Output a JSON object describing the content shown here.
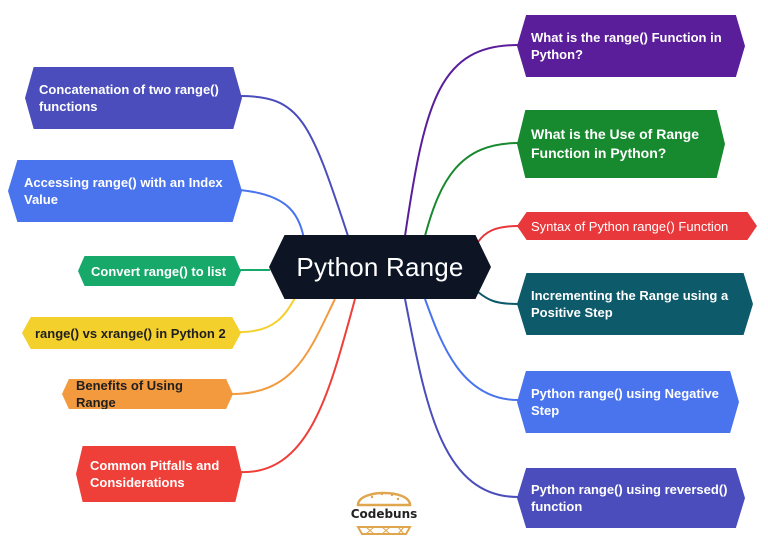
{
  "diagram": {
    "center": {
      "label": "Python Range",
      "color": "#0d1424"
    },
    "left_nodes": [
      {
        "id": "concat",
        "label": "Concatenation of two range() functions",
        "color": "#4a4dbb"
      },
      {
        "id": "index",
        "label": "Accessing range() with an Index Value",
        "color": "#4a74ee"
      },
      {
        "id": "list",
        "label": "Convert range() to list",
        "color": "#17a96a"
      },
      {
        "id": "xrange",
        "label": "range() vs xrange() in Python 2",
        "color": "#f4d02c"
      },
      {
        "id": "benefits",
        "label": "Benefits of Using Range",
        "color": "#f39a3e"
      },
      {
        "id": "pitfalls",
        "label": "Common Pitfalls and Considerations",
        "color": "#ef3f39"
      }
    ],
    "right_nodes": [
      {
        "id": "what",
        "label": "What is the range() Function in Python?",
        "color": "#5a1e9a"
      },
      {
        "id": "use",
        "label": "What is the Use of Range Function in Python?",
        "color": "#17892e"
      },
      {
        "id": "syntax",
        "label": "Syntax of Python range() Function",
        "color": "#e8383b"
      },
      {
        "id": "positive",
        "label": "Incrementing the Range using a Positive Step",
        "color": "#0c5a6a"
      },
      {
        "id": "negative",
        "label": "Python range() using Negative Step",
        "color": "#4a74ee"
      },
      {
        "id": "reversed",
        "label": "Python range() using reversed() function",
        "color": "#4a4dbb"
      }
    ]
  },
  "brand": {
    "name": "Codebuns",
    "color": "#e0a64e"
  }
}
